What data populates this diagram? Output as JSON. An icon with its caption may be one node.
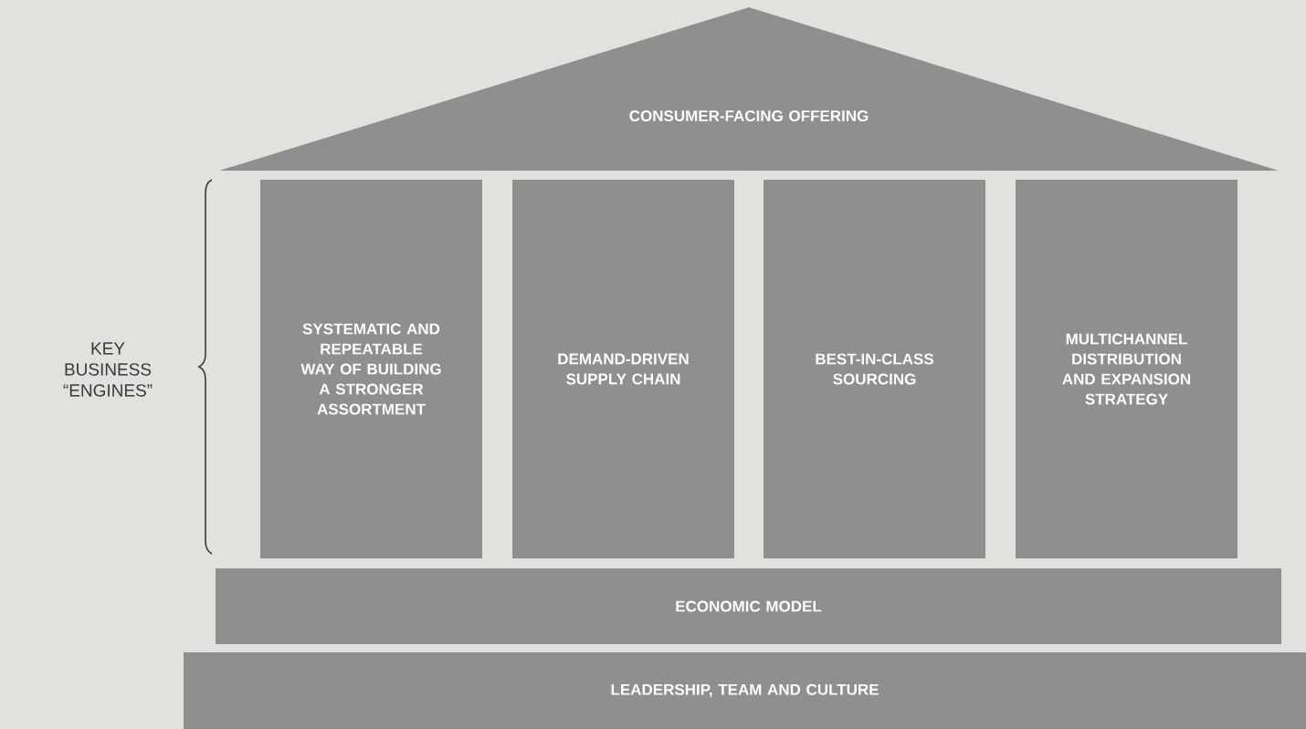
{
  "diagram": {
    "nodes": [
      {
        "text": [
          "CONSUMER-FACING OFFERING"
        ]
      },
      {
        "text": [
          "SYSTEMATIC AND REPEATABLE WAY OF BUILDING A STRONGER ASSORTMENT"
        ]
      },
      {
        "text": [
          "DEMAND-DRIVEN SUPPLY CHAIN"
        ]
      },
      {
        "text": [
          "BEST-IN-CLASS SOURCING"
        ]
      },
      {
        "text": [
          "MULTICHANNEL DISTRIBUTION AND EXPANSION STRATEGY"
        ]
      },
      {
        "text": [
          "ECONOMIC MODEL"
        ]
      },
      {
        "text": [
          "LEADERSHIP, TEAM AND CULTURE"
        ]
      }
    ],
    "labels": [
      "KEY BUSINESS “ENGINES”"
    ]
  }
}
